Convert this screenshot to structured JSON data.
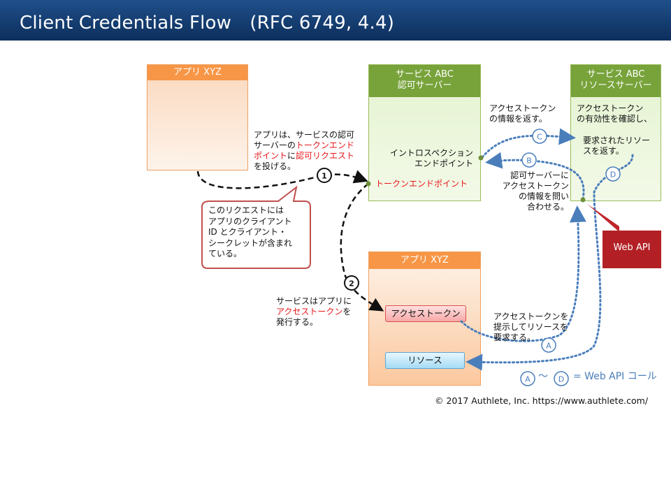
{
  "header": {
    "title": "Client Credentials Flow　(RFC 6749, 4.4)"
  },
  "colors": {
    "orange": "#f79646",
    "green": "#77a33a",
    "blue": "#4a7ebb",
    "red": "#e8161b",
    "webapi": "#b22025"
  },
  "app_top": {
    "title": "アプリ XYZ"
  },
  "auth_server": {
    "title_line1": "サービス ABC",
    "title_line2": "認可サーバー",
    "introspection_line1": "イントロスペクション",
    "introspection_line2": "エンドポイント",
    "token_endpoint": "トークンエンドポイント"
  },
  "resource_server": {
    "title_line1": "サービス ABC",
    "title_line2": "リソースサーバー",
    "text_line1": "アクセストークン",
    "text_line2": "の有効性を確認し、",
    "sub_line1": "要求されたリソー",
    "sub_line2": "スを返す。"
  },
  "app_bottom": {
    "title": "アプリ XYZ",
    "access_token": "アクセストークン",
    "resource": "リソース"
  },
  "step1": {
    "num": "1",
    "line1": "アプリは、サービスの認可",
    "line2_a": "サーバーの",
    "line2_b": "トークンエンド",
    "line3_a": "ポイント",
    "line3_b": "に",
    "line3_c": "認可リクエスト",
    "line4": "を投げる。"
  },
  "callout": {
    "line1": "このリクエストには",
    "line2": "アプリのクライアント",
    "line3": "ID とクライアント・",
    "line4": "シークレットが含まれ",
    "line5": "ている。"
  },
  "step2": {
    "num": "2",
    "line1": "サービスはアプリに",
    "line2_a": "アクセストークン",
    "line2_b": "を",
    "line3": "発行する。"
  },
  "stepC": {
    "label": "C",
    "line1": "アクセストークン",
    "line2": "の情報を返す。"
  },
  "stepB": {
    "label": "B",
    "line1": "認可サーバーに",
    "line2": "アクセストークン",
    "line3": "の情報を問い",
    "line4": "合わせる。"
  },
  "stepD": {
    "label": "D"
  },
  "stepA": {
    "label": "A",
    "line1": "アクセストークンを",
    "line2": "提示してリソースを",
    "line3": "要求する。"
  },
  "webapi": {
    "label": "Web API"
  },
  "legend": {
    "from": "A",
    "tilde": "～",
    "to": "D",
    "text": "= Web API コール"
  },
  "footer": {
    "copyright": "© 2017 Authlete, Inc.  https://www.authlete.com/"
  }
}
